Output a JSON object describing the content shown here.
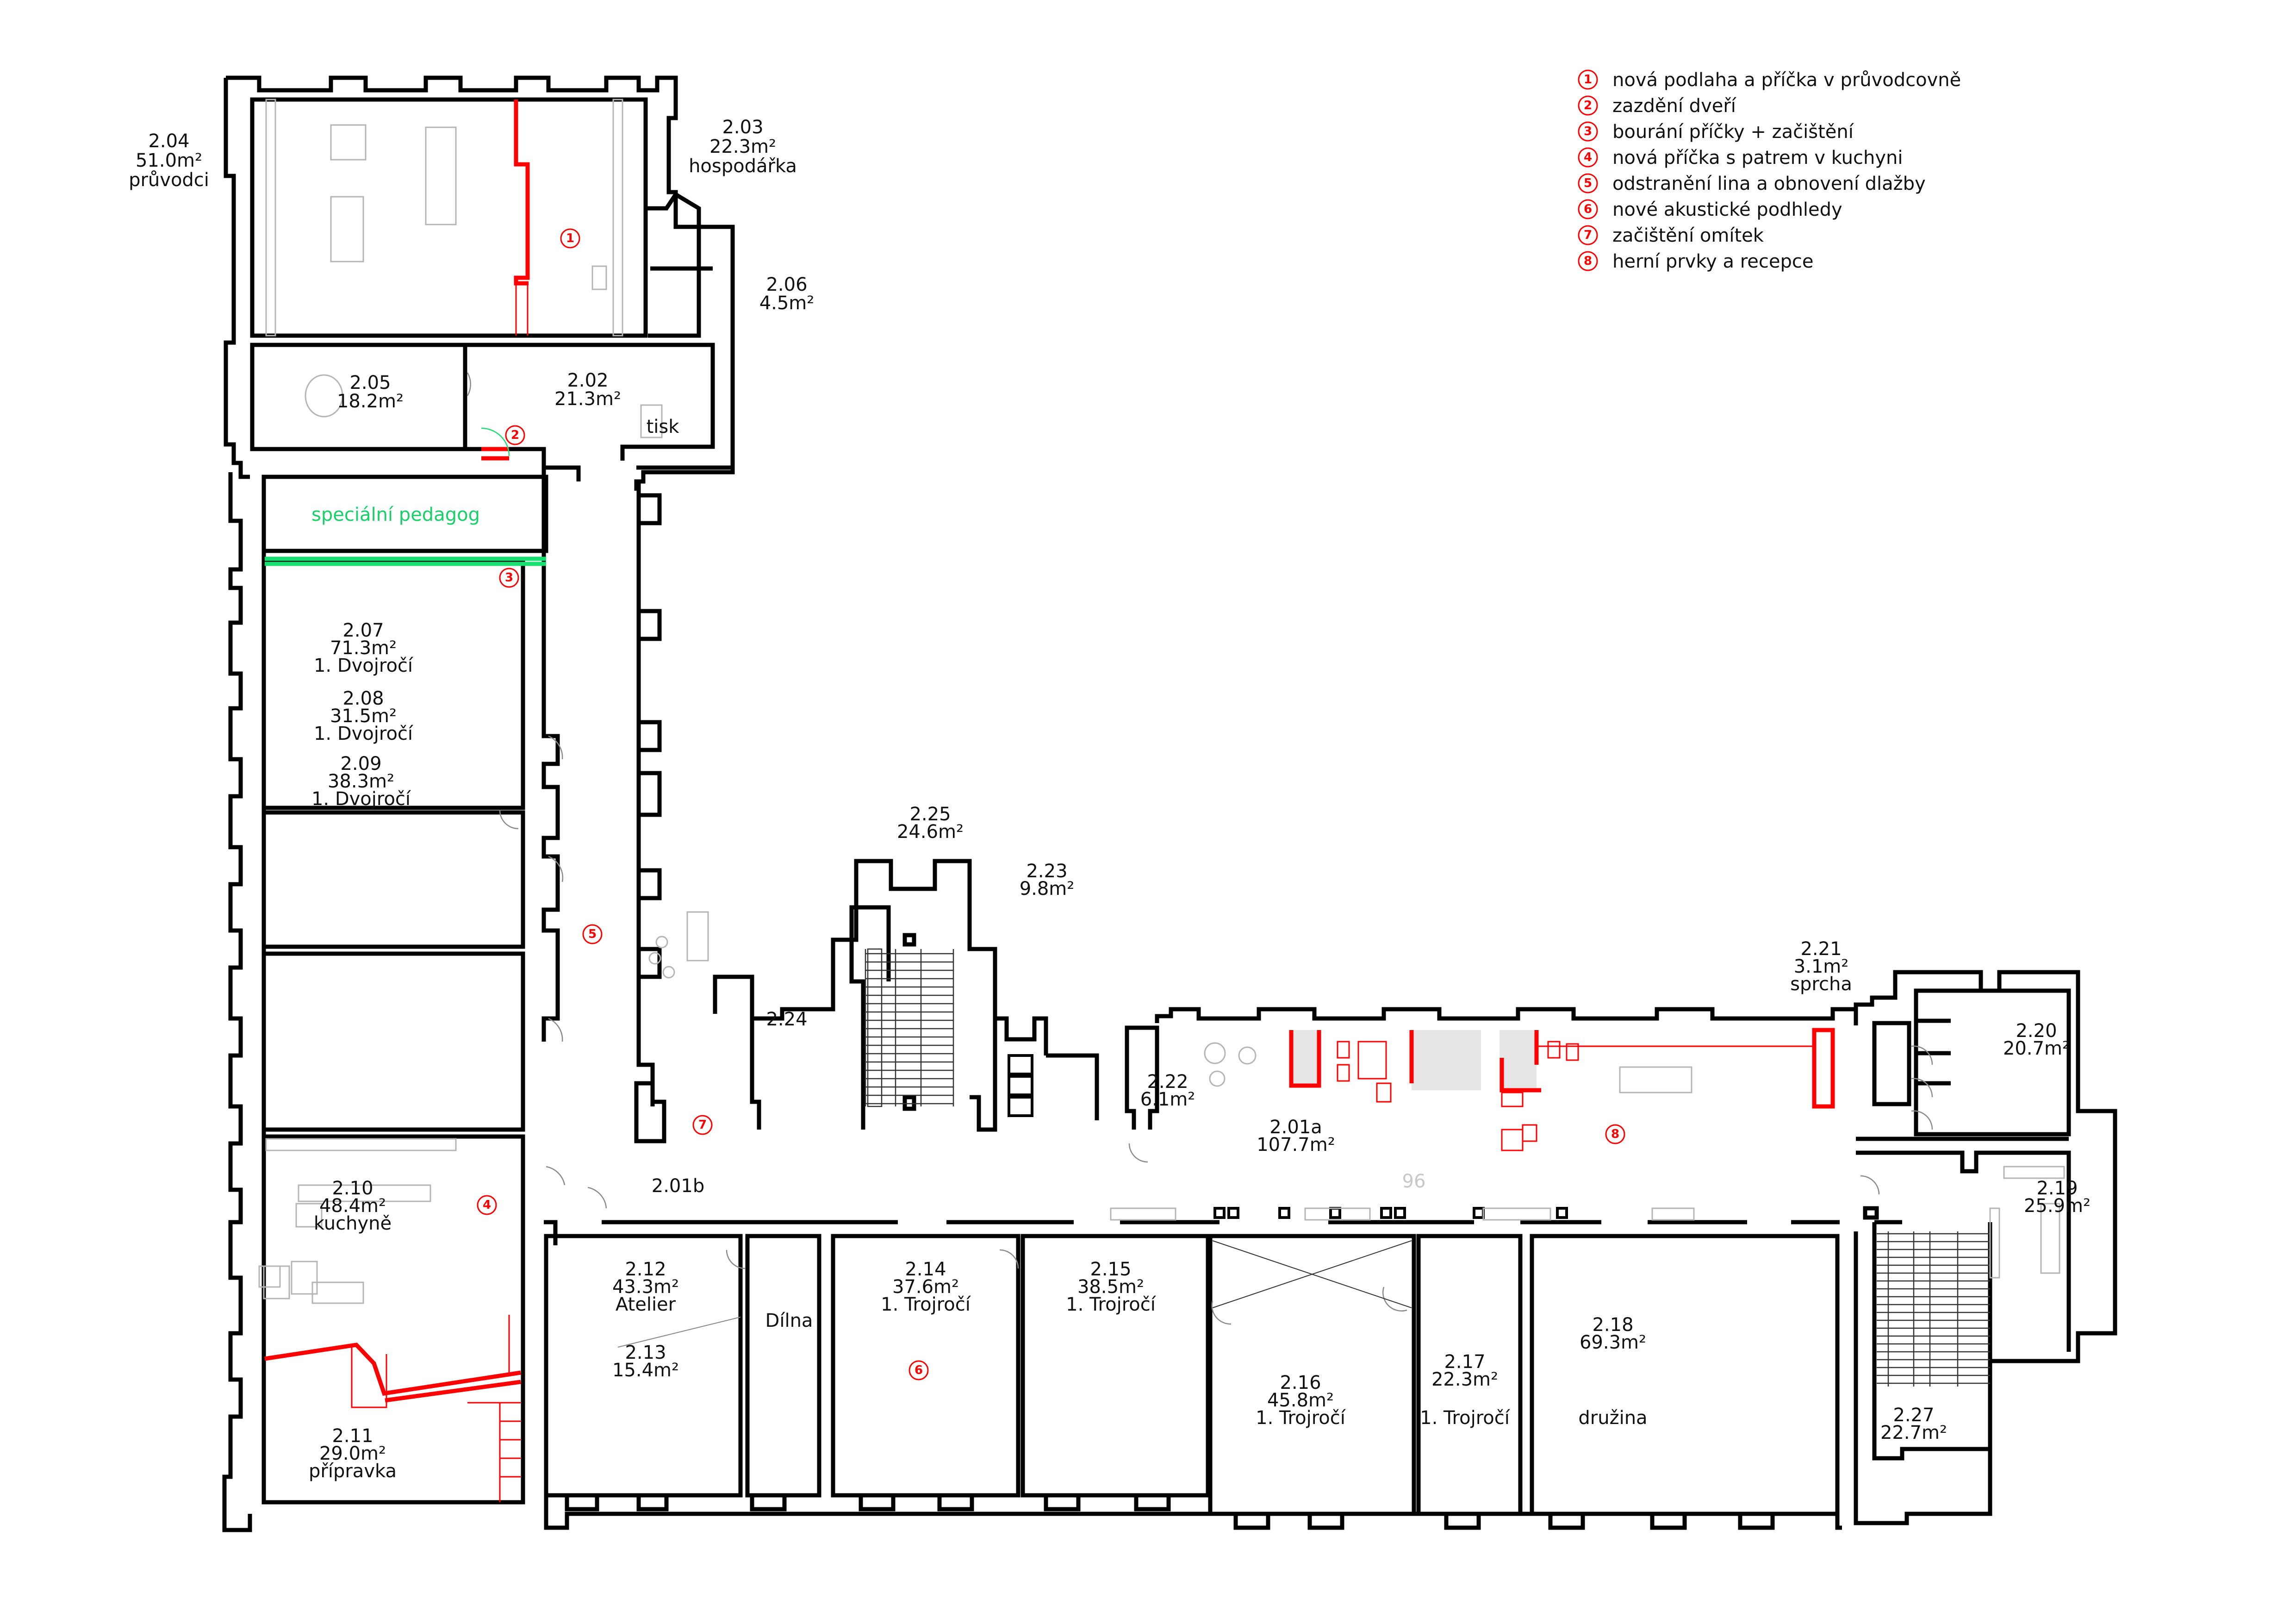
{
  "legend": {
    "items": [
      {
        "num": "1",
        "text": "nová podlaha a příčka  v průvodcovně"
      },
      {
        "num": "2",
        "text": "zazdění dveří"
      },
      {
        "num": "3",
        "text": "bourání příčky + začištění"
      },
      {
        "num": "4",
        "text": "nová příčka s patrem v kuchyni"
      },
      {
        "num": "5",
        "text": "odstranění lina a obnovení dlažby"
      },
      {
        "num": "6",
        "text": "nové akustické podhledy"
      },
      {
        "num": "7",
        "text": "začištění omítek"
      },
      {
        "num": "8",
        "text": "herní prvky a recepce"
      }
    ]
  },
  "rooms": {
    "r204": {
      "id": "2.04",
      "area": "51.0m²",
      "name": "průvodci"
    },
    "r203": {
      "id": "2.03",
      "area": "22.3m²",
      "name": "hospodářka"
    },
    "r206": {
      "id": "2.06",
      "area": "4.5m²"
    },
    "r205": {
      "id": "2.05",
      "area": "18.2m²"
    },
    "r202": {
      "id": "2.02",
      "area": "21.3m²",
      "extra": "tisk"
    },
    "special": {
      "name": "speciální pedagog"
    },
    "r207": {
      "id": "2.07",
      "area": "71.3m²",
      "name": "1. Dvojročí"
    },
    "r208": {
      "id": "2.08",
      "area": "31.5m²",
      "name": "1. Dvojročí"
    },
    "r209": {
      "id": "2.09",
      "area": "38.3m²",
      "name": "1. Dvojročí"
    },
    "r210": {
      "id": "2.10",
      "area": "48.4m²",
      "name": "kuchyně"
    },
    "r211": {
      "id": "2.11",
      "area": "29.0m²",
      "name": "přípravka"
    },
    "r201b": {
      "id": "2.01b"
    },
    "r212": {
      "id": "2.12",
      "area": "43.3m²",
      "name": "Atelier"
    },
    "r213": {
      "id": "2.13",
      "area": "15.4m²",
      "name": "Dílna"
    },
    "r214": {
      "id": "2.14",
      "area": "37.6m²",
      "name": "1. Trojročí"
    },
    "r215": {
      "id": "2.15",
      "area": "38.5m²",
      "name": "1. Trojročí"
    },
    "r216": {
      "id": "2.16",
      "area": "45.8m²",
      "name": "1. Trojročí"
    },
    "r217": {
      "id": "2.17",
      "area": "22.3m²",
      "name": "1. Trojročí"
    },
    "r218": {
      "id": "2.18",
      "area": "69.3m²",
      "name": "družina"
    },
    "r225": {
      "id": "2.25",
      "area": "24.6m²"
    },
    "r223": {
      "id": "2.23",
      "area": "9.8m²"
    },
    "r224": {
      "id": "2.24"
    },
    "r222": {
      "id": "2.22",
      "area": "6.1m²"
    },
    "r201a": {
      "id": "2.01a",
      "area": "107.7m²"
    },
    "r221": {
      "id": "2.21",
      "area": "3.1m²",
      "name": "sprcha"
    },
    "r220": {
      "id": "2.20",
      "area": "20.7m²"
    },
    "r219": {
      "id": "2.19",
      "area": "25.9m²"
    },
    "r227": {
      "id": "2.27",
      "area": "22.7m²"
    }
  },
  "annotations": {
    "corridor_number": "96"
  },
  "colors": {
    "change_marker": "#ff0000",
    "new_room": "#18e070",
    "wall": "#000000",
    "furniture": "#b5b5b5"
  }
}
